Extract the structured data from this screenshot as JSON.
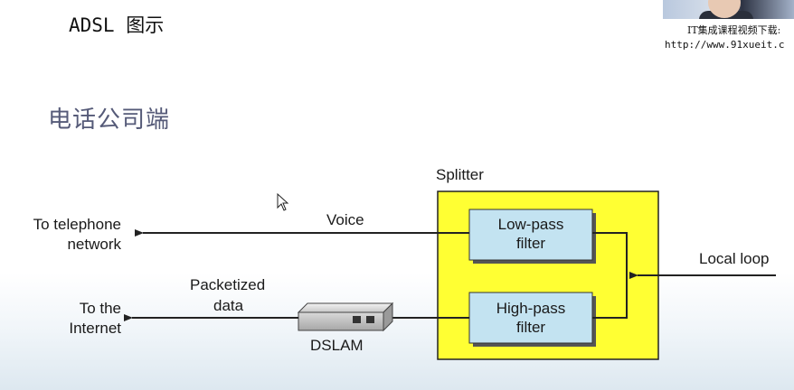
{
  "slide": {
    "title": "ADSL 图示",
    "section_title": "电话公司端"
  },
  "watermark": {
    "line1": "IT集成课程视频下载:",
    "line2": "http://www.91xueit.c"
  },
  "diagram": {
    "splitter_label": "Splitter",
    "low_pass_line1": "Low-pass",
    "low_pass_line2": "filter",
    "high_pass_line1": "High-pass",
    "high_pass_line2": "filter",
    "local_loop": "Local loop",
    "voice": "Voice",
    "packetized_line1": "Packetized",
    "packetized_line2": "data",
    "dslam": "DSLAM",
    "to_telephone_line1": "To telephone",
    "to_telephone_line2": "network",
    "to_internet_line1": "To the",
    "to_internet_line2": "Internet",
    "colors": {
      "splitter_fill": "#ffff33",
      "filter_fill": "#c3e3f1",
      "section_title": "#555a78"
    }
  }
}
